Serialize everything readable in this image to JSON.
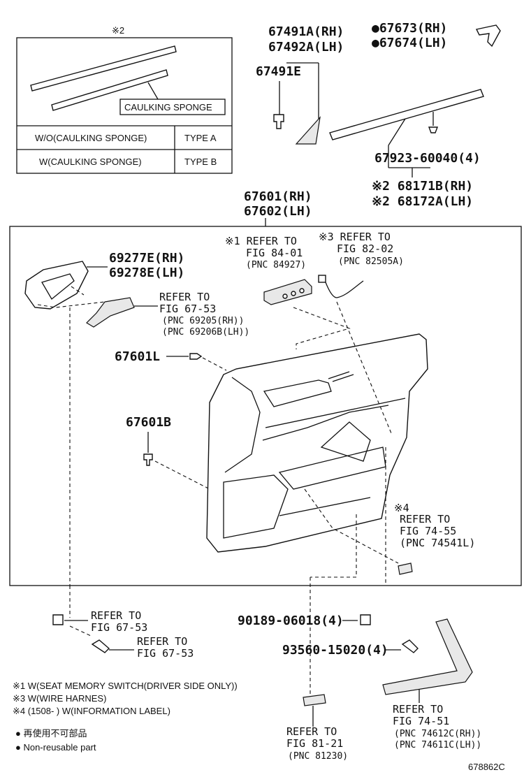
{
  "inset": {
    "note_mark": "※2",
    "caulking_label": "CAULKING SPONGE",
    "rows": [
      {
        "condition": "W/O(CAULKING SPONGE)",
        "type": "TYPE A"
      },
      {
        "condition": "W(CAULKING SPONGE)",
        "type": "TYPE B"
      }
    ]
  },
  "labels": {
    "p67491a": "67491A(RH)",
    "p67492a": "67492A(LH)",
    "p67491e": "67491E",
    "p67673": "●67673(RH)",
    "p67674": "●67674(LH)",
    "p67923": "67923-60040(4)",
    "p68171b": "※2 68171B(RH)",
    "p68172a": "※2 68172A(LH)",
    "p67601": "67601(RH)",
    "p67602": "67602(LH)",
    "p69277e": "69277E(RH)",
    "p69278e": "69278E(LH)",
    "p67601l": "67601L",
    "p67601b": "67601B",
    "p90189": "90189-06018(4)",
    "p93560": "93560-15020(4)"
  },
  "refs": {
    "r1_line1": "※1 REFER TO",
    "r1_line2": "FIG 84-01",
    "r1_line3": "(PNC 84927)",
    "r3_line1": "※3 REFER TO",
    "r3_line2": "FIG 82-02",
    "r3_line3": "(PNC 82505A)",
    "h_line1": "REFER TO",
    "h_line2": "FIG 67-53",
    "h_line3": "(PNC 69205(RH))",
    "h_line4": "(PNC 69206B(LH))",
    "r4_line1": "※4",
    "r4_line2": "REFER TO",
    "r4_line3": "FIG 74-55",
    "r4_line4": "(PNC 74541L)",
    "c1_line1": "REFER TO",
    "c1_line2": "FIG 67-53",
    "c2_line1": "REFER TO",
    "c2_line2": "FIG 67-53",
    "s_line1": "REFER TO",
    "s_line2": "FIG 81-21",
    "s_line3": "(PNC 81230)",
    "g_line1": "REFER TO",
    "g_line2": "FIG 74-51",
    "g_line3": "(PNC 74612C(RH))",
    "g_line4": "(PNC 74611C(LH))"
  },
  "notes": {
    "n1": "※1 W(SEAT MEMORY SWITCH(DRIVER SIDE ONLY))",
    "n3": "※3 W(WIRE HARNES)",
    "n4": "※4 (1508- ) W(INFORMATION LABEL)",
    "legend1": "● 再使用不可部品",
    "legend2": "● Non-reusable part"
  },
  "figure_id": "678862C"
}
